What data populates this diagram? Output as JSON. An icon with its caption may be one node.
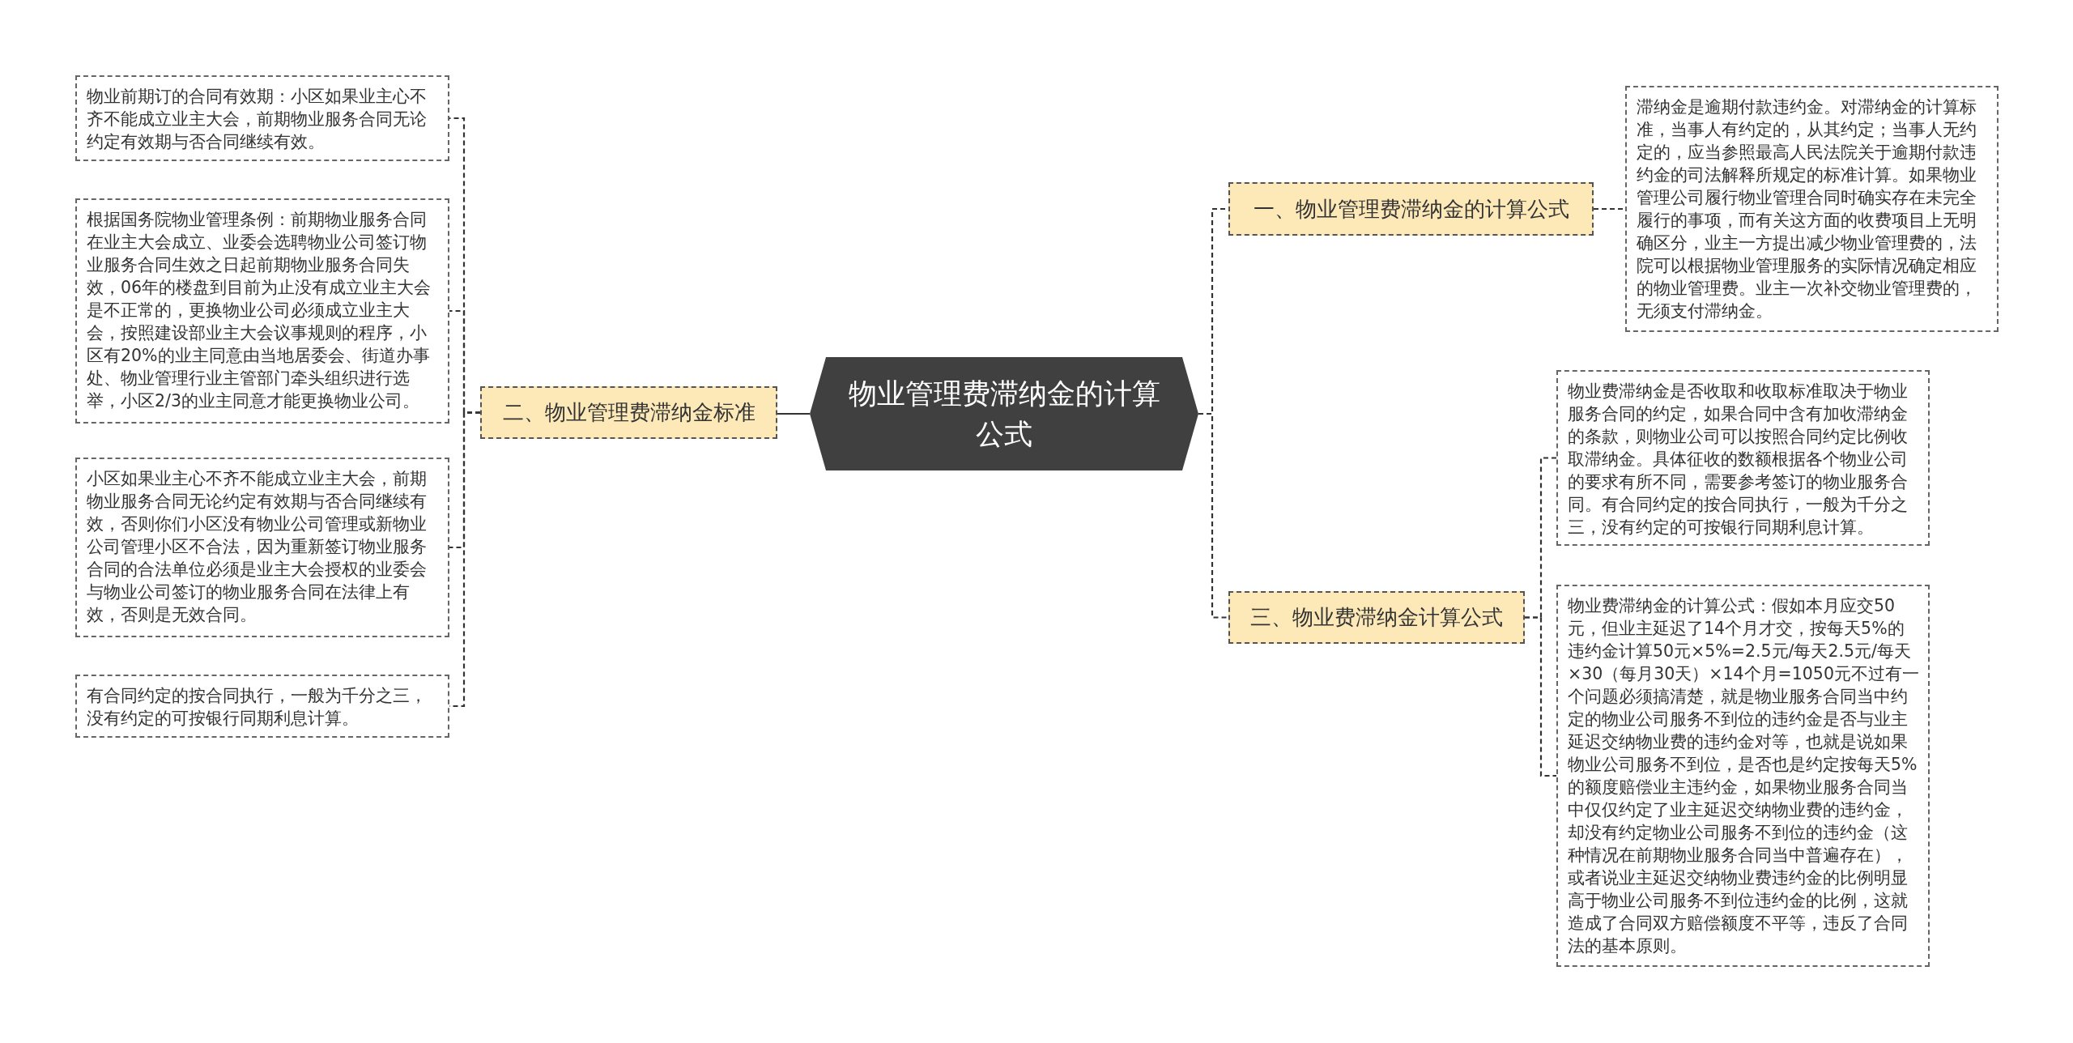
{
  "diagram": {
    "nodes": [
      {
        "text": [
          "物业管理费滞纳金的计算公式"
        ]
      },
      {
        "text": [
          "一、物业管理费滞纳金的计算公式"
        ]
      },
      {
        "text": [
          "滞纳金是逾期付款违约金。对滞纳金的计算标准，当事人有约定的，从其约定；当事人无约定的，应当参照最高人民法院关于逾期付款违约金的司法解释所规定的标准计算。如果物业管理公司履行物业管理合同时确实存在未完全履行的事项，而有关这方面的收费项目上无明确区分，业主一方提出减少物业管理费的，法院可以根据物业管理服务的实际情况确定相应的物业管理费。业主一次补交物业管理费的，无须支付滞纳金。"
        ]
      },
      {
        "text": [
          "二、物业管理费滞纳金标准"
        ]
      },
      {
        "text": [
          "物业前期订的合同有效期：小区如果业主心不齐不能成立业主大会，前期物业服务合同无论约定有效期与否合同继续有效。"
        ]
      },
      {
        "text": [
          "根据国务院物业管理条例：前期物业服务合同在业主大会成立、业委会选聘物业公司签订物业服务合同生效之日起前期物业服务合同失效，06年的楼盘到目前为止没有成立业主大会是不正常的，更换物业公司必须成立业主大会，按照建设部业主大会议事规则的程序，小区有20%的业主同意由当地居委会、街道办事处、物业管理行业主管部门牵头组织进行选举，小区2/3的业主同意才能更换物业公司。"
        ]
      },
      {
        "text": [
          "小区如果业主心不齐不能成立业主大会，前期物业服务合同无论约定有效期与否合同继续有效，否则你们小区没有物业公司管理或新物业公司管理小区不合法，因为重新签订物业服务合同的合法单位必须是业主大会授权的业委会与物业公司签订的物业服务合同在法律上有效，否则是无效合同。"
        ]
      },
      {
        "text": [
          "有合同约定的按合同执行，一般为千分之三，没有约定的可按银行同期利息计算。"
        ]
      },
      {
        "text": [
          "三、物业费滞纳金计算公式"
        ]
      },
      {
        "text": [
          "物业费滞纳金是否收取和收取标准取决于物业服务合同的约定，如果合同中含有加收滞纳金的条款，则物业公司可以按照合同约定比例收取滞纳金。具体征收的数额根据各个物业公司的要求有所不同，需要参考签订的物业服务合同。有合同约定的按合同执行，一般为千分之三，没有约定的可按银行同期利息计算。"
        ]
      },
      {
        "text": [
          "物业费滞纳金的计算公式：假如本月应交50元，但业主延迟了14个月才交，按每天5%的违约金计算50元×5%=2.5元/每天2.5元/每天×30（每月30天）×14个月=1050元不过有一个问题必须搞清楚，就是物业服务合同当中约定的物业公司服务不到位的违约金是否与业主延迟交纳物业费的违约金对等，也就是说如果物业公司服务不到位，是否也是约定按每天5%的额度赔偿业主违约金，如果物业服务合同当中仅仅约定了业主延迟交纳物业费的违约金，却没有约定物业公司服务不到位的违约金（这种情况在前期物业服务合同当中普遍存在），或者说业主延迟交纳物业费违约金的比例明显高于物业公司服务不到位违约金的比例，这就造成了合同双方赔偿额度不平等，违反了合同法的基本原则。"
        ]
      }
    ],
    "edges": [
      {
        "from": 0,
        "to": 1,
        "arrow": "none",
        "style": "dashed"
      },
      {
        "from": 1,
        "to": 2,
        "arrow": "none",
        "style": "dashed"
      },
      {
        "from": 0,
        "to": 3,
        "arrow": "none"
      },
      {
        "from": 3,
        "to": 4,
        "arrow": "none",
        "style": "dashed"
      },
      {
        "from": 3,
        "to": 5,
        "arrow": "none",
        "style": "dashed"
      },
      {
        "from": 3,
        "to": 6,
        "arrow": "none",
        "style": "dashed"
      },
      {
        "from": 3,
        "to": 7,
        "arrow": "none",
        "style": "dashed"
      },
      {
        "from": 0,
        "to": 8,
        "arrow": "none",
        "style": "dashed"
      },
      {
        "from": 8,
        "to": 9,
        "arrow": "none",
        "style": "dashed"
      },
      {
        "from": 8,
        "to": 10,
        "arrow": "none",
        "style": "dashed"
      }
    ]
  }
}
